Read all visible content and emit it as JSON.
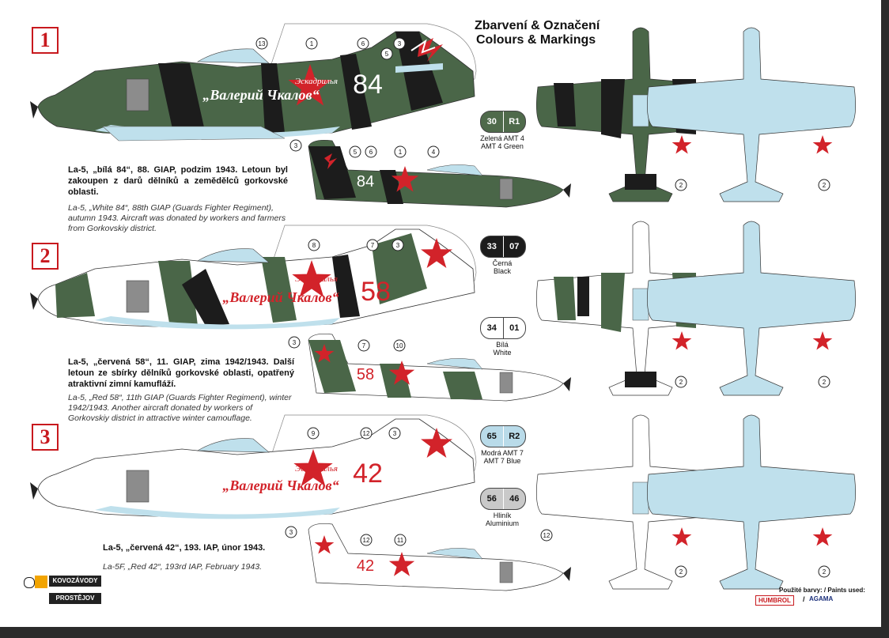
{
  "header": {
    "title_cz": "Zbarvení & Označení",
    "title_en": "Colours & Markings"
  },
  "schemes": [
    {
      "number": "1",
      "cz": "La-5, „bílá 84“, 88. GIAP, podzim 1943. Letoun byl zakoupen z darů dělníků a zemědělců gorkovské oblasti.",
      "en": "La-5, „White 84“, 88th GIAP (Guards Fighter Regiment), autumn 1943. Aircraft was donated by workers and farmers from Gorkovskiy district."
    },
    {
      "number": "2",
      "cz": "La-5, „červená 58“, 11. GIAP, zima 1942/1943. Další letoun ze sbírky dělníků gorkovské oblasti, opatřený atraktivní zimní kamufláží.",
      "en": "La-5, „Red 58“, 11th GIAP (Guards Fighter Regiment), winter 1942/1943. Another aircraft donated by workers of Gorkovskiy district in attractive winter camouflage."
    },
    {
      "number": "3",
      "cz": "La-5, „červená 42“, 193. IAP, únor 1943.",
      "en": "La-5F, „Red 42“, 193rd IAP, February 1943."
    }
  ],
  "aircraft": {
    "a1_tail_number": "84",
    "a1_inscription_top": "Эскадрилья",
    "a1_inscription": "„Валерий Чкалов“",
    "a1_small_number": "84",
    "a2_tail_number": "58",
    "a2_inscription_top": "Эскадрилья",
    "a2_inscription": "„Валерий Чкалов“",
    "a2_small_number": "58",
    "a3_tail_number": "42",
    "a3_inscription_top": "Эскадрилья",
    "a3_inscription": "„Валерий Чкалов“",
    "a3_small_number": "42"
  },
  "colors": [
    {
      "codes": [
        "30",
        "R1"
      ],
      "name_cz": "Zelená AMT 4",
      "name_en": "AMT 4 Green",
      "hex": "#4f6a4b",
      "text": "#ffffff"
    },
    {
      "codes": [
        "33",
        "07"
      ],
      "name_cz": "Černá",
      "name_en": "Black",
      "hex": "#1c1c1c",
      "text": "#ffffff"
    },
    {
      "codes": [
        "34",
        "01"
      ],
      "name_cz": "Bílá",
      "name_en": "White",
      "hex": "#ffffff",
      "text": "#111111"
    },
    {
      "codes": [
        "65",
        "R2"
      ],
      "name_cz": "Modrá AMT 7",
      "name_en": "AMT 7 Blue",
      "hex": "#b9dbe9",
      "text": "#111111"
    },
    {
      "codes": [
        "56",
        "46"
      ],
      "name_cz": "Hliník",
      "name_en": "Aluminium",
      "hex": "#c9c9c9",
      "text": "#111111"
    }
  ],
  "callouts": [
    "1",
    "2",
    "3",
    "4",
    "5",
    "6",
    "7",
    "8",
    "9",
    "10",
    "11",
    "12",
    "13"
  ],
  "footer": {
    "logo_top": "KOVOZÁVODY",
    "logo_bottom": "PROSTĚJOV",
    "paints_label": "Použité barvy: / Paints used:",
    "brand1": "HUMBROL",
    "brand_sep": "/",
    "brand2": "AGAMA"
  },
  "palette": {
    "green": "#4a6648",
    "light_blue": "#bfe0ec",
    "black": "#1a1a1a",
    "red": "#d2232a",
    "white": "#ffffff"
  }
}
